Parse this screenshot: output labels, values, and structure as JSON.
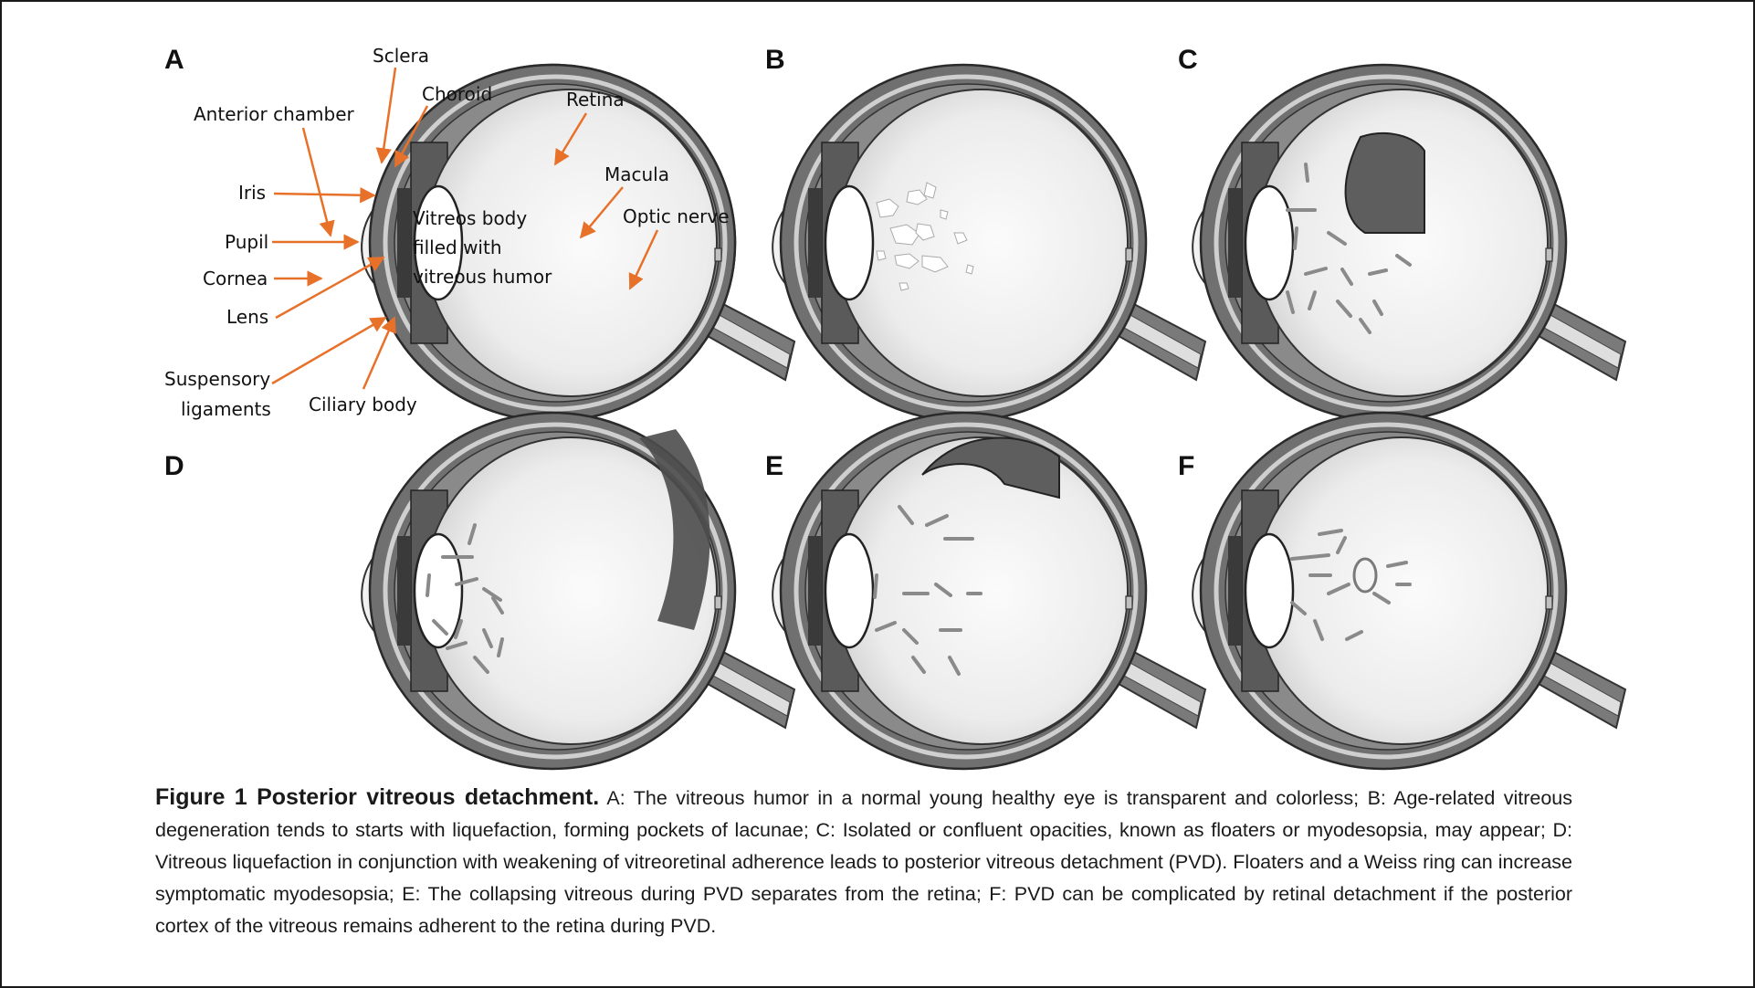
{
  "panel_letters": [
    "A",
    "B",
    "C",
    "D",
    "E",
    "F"
  ],
  "labels": {
    "sclera": "Sclera",
    "choroid": "Choroid",
    "anterior_chamber": "Anterior chamber",
    "retina": "Retina",
    "macula": "Macula",
    "iris": "Iris",
    "optic_nerve": "Optic nerve",
    "pupil": "Pupil",
    "cornea": "Cornea",
    "lens": "Lens",
    "suspensory_1": "Suspensory",
    "suspensory_2": "ligaments",
    "ciliary_body": "Ciliary body",
    "vitreous_1": "Vitreos body",
    "vitreous_2": "filled with",
    "vitreous_3": "vitreous humor"
  },
  "colors": {
    "arrow": "#e8712a",
    "outer_wall": "#6e6e6e",
    "vitreous_fill": "#ececec",
    "floater": "#8a8a8a",
    "detached_pocket": "#5e5e5e"
  },
  "caption": {
    "title": "Figure 1 Posterior vitreous detachment.",
    "text": " A: The vitreous humor in a normal young healthy eye is transparent and colorless; B: Age-related vitreous degeneration tends to starts with liquefaction, forming pockets of lacunae; C: Isolated or confluent opacities, known as floaters or myodesopsia, may appear; D: Vitreous liquefaction in conjunction with weakening of vitreoretinal adherence leads to posterior vitreous detachment (PVD). Floaters and a Weiss ring can increase symptomatic myodesopsia; E: The collapsing vitreous during PVD separates from the retina; F: PVD can be complicated by retinal detachment if the posterior cortex of the vitreous remains adherent to the retina during PVD."
  }
}
